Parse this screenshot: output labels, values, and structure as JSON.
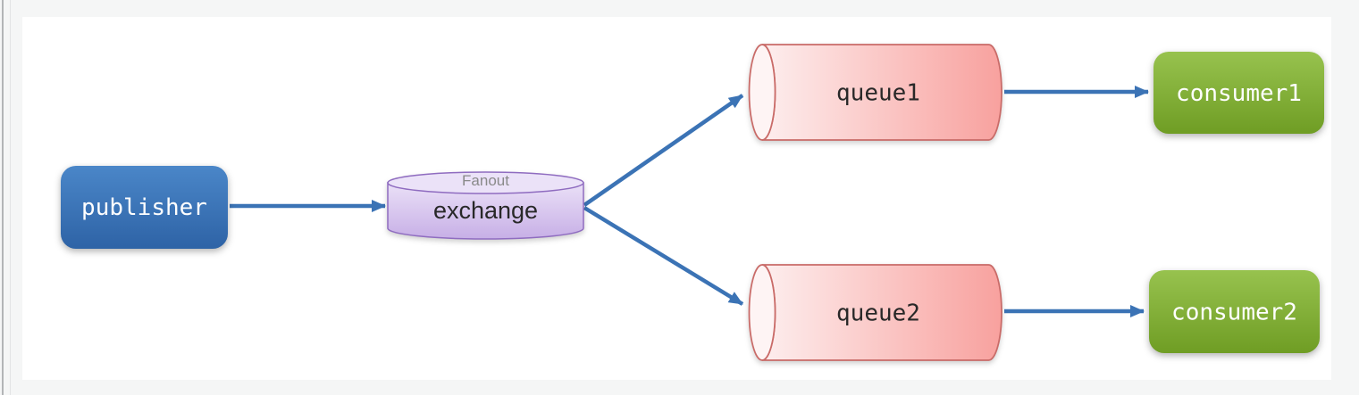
{
  "colors": {
    "page_bg": "#f5f6f6",
    "canvas_bg": "#ffffff",
    "window_edge_dark": "#b3b5b7",
    "window_edge_light": "#e3e4e5",
    "arrow": "#3b73b5",
    "publisher_top": "#4a86c8",
    "publisher_bottom": "#2e63a6",
    "consumer_top": "#97c24e",
    "consumer_bottom": "#6f9d24",
    "queue_body_light": "#fdeeee",
    "queue_body_dark": "#f8a19e",
    "queue_cap": "#fef4f4",
    "queue_stroke": "#c96b68",
    "exchange_top": "#eae0f7",
    "exchange_bottom": "#c7afe6",
    "exchange_cap": "#ebe2f8",
    "exchange_stroke": "#8f6cc0",
    "node_text": "#ffffff",
    "label_text": "#282828",
    "type_text": "#8a8a8a"
  },
  "nodes": {
    "publisher": {
      "label": "publisher"
    },
    "exchange": {
      "type_label": "Fanout",
      "label": "exchange"
    },
    "queue1": {
      "label": "queue1"
    },
    "queue2": {
      "label": "queue2"
    },
    "consumer1": {
      "label": "consumer1"
    },
    "consumer2": {
      "label": "consumer2"
    }
  },
  "edges": [
    {
      "from": "publisher",
      "to": "exchange"
    },
    {
      "from": "exchange",
      "to": "queue1"
    },
    {
      "from": "exchange",
      "to": "queue2"
    },
    {
      "from": "queue1",
      "to": "consumer1"
    },
    {
      "from": "queue2",
      "to": "consumer2"
    }
  ]
}
